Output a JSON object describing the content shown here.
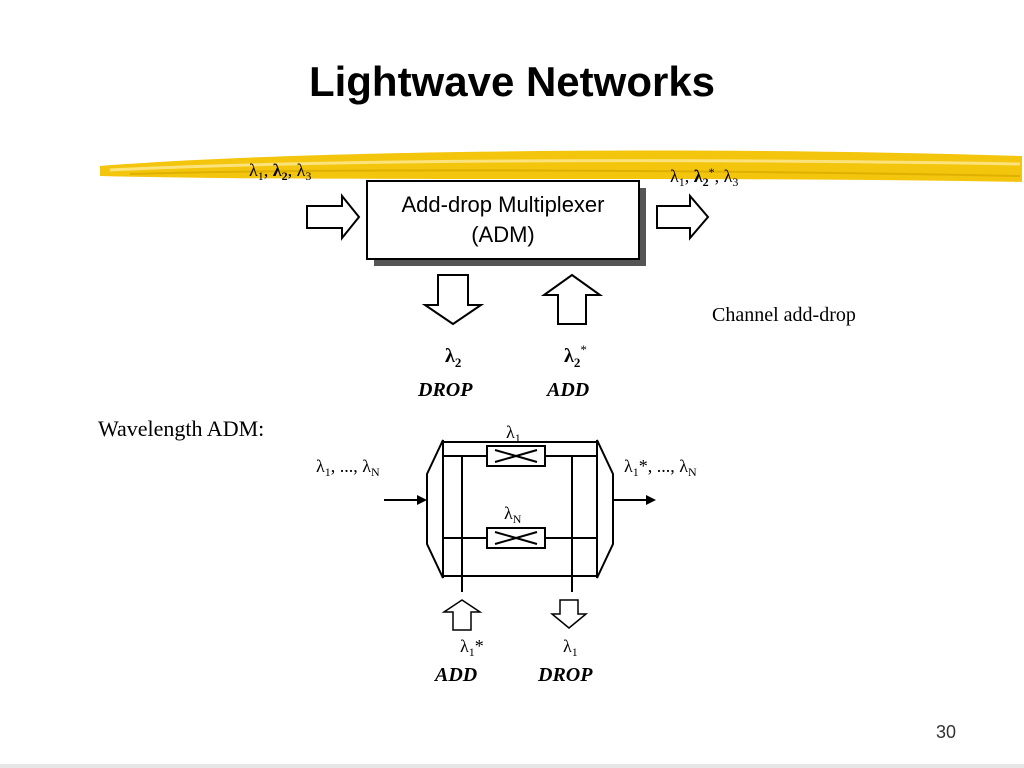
{
  "slide": {
    "title": "Lightwave Networks",
    "page_number": "30"
  },
  "adm_top": {
    "box_line1": "Add-drop Multiplexer",
    "box_line2": "(ADM)",
    "input_label": {
      "l": "λ",
      "s1": "1",
      "sep1": ", ",
      "s2": "2",
      "sep2": ", ",
      "s3": "3"
    },
    "output_label": {
      "l": "λ",
      "s1": "1",
      "sep1": ", ",
      "s2": "2",
      "star": "*",
      "sep2": ", ",
      "s3": "3"
    },
    "drop_lambda": {
      "l": "λ",
      "sub": "2"
    },
    "add_lambda": {
      "l": "λ",
      "sub": "2",
      "star": "*"
    },
    "drop_text": "DROP",
    "add_text": "ADD",
    "caption": "Channel add-drop"
  },
  "wavelength_adm": {
    "heading": "Wavelength ADM:",
    "input_label": {
      "l": "λ",
      "s1": "1",
      "mid": ", ..., ",
      "sN": "N"
    },
    "output_label": {
      "l": "λ",
      "s1": "1",
      "mid": "*, ..., ",
      "sN": "N"
    },
    "switch1_label": {
      "l": "λ",
      "sub": "1"
    },
    "switchN_label": {
      "l": "λ",
      "sub": "N"
    },
    "add_lambda": {
      "l": "λ",
      "sub": "1",
      "star": "*"
    },
    "drop_lambda": {
      "l": "λ",
      "sub": "1"
    },
    "add_text": "ADD",
    "drop_text": "DROP"
  },
  "colors": {
    "highlight_stripe": "#f2c200",
    "box_shadow": "#555555"
  }
}
